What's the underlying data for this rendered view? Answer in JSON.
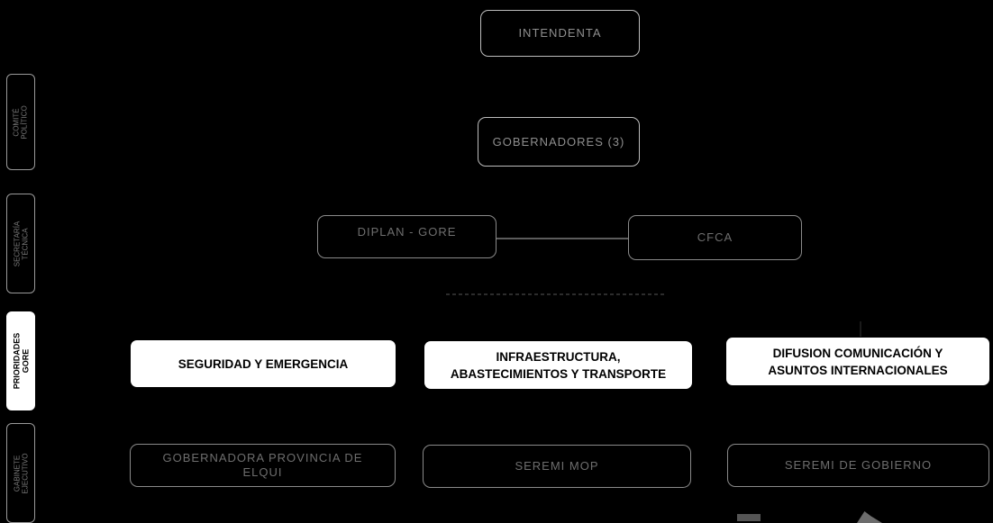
{
  "org_chart": {
    "top": "INTENDENTA",
    "level2": "GOBERNADORES (3)",
    "left_node": "DIPLAN - GORE",
    "right_node": "CFCA",
    "priorities": [
      {
        "line1": "SEGURIDAD Y EMERGENCIA",
        "line2": ""
      },
      {
        "line1": "INFRAESTRUCTURA,",
        "line2": "ABASTECIMIENTOS Y TRANSPORTE"
      },
      {
        "line1": "DIFUSION COMUNICACIÓN Y",
        "line2": "ASUNTOS INTERNACIONALES"
      }
    ],
    "responsibles": [
      {
        "line1": "GOBERNADORA PROVINCIA DE",
        "line2": "ELQUI"
      },
      {
        "line1": "SEREMI MOP",
        "line2": ""
      },
      {
        "line1": "SEREMI DE GOBIERNO",
        "line2": ""
      }
    ]
  },
  "side_tabs": [
    {
      "line1": "COMITÉ",
      "line2": "POLÍTICO"
    },
    {
      "line1": "SECRETARÍA",
      "line2": "TÉCNICA"
    },
    {
      "line1": "PRIORIDADES",
      "line2": "GORE"
    },
    {
      "line1": "GABINETE",
      "line2": "EJECUTIVO"
    }
  ],
  "colors": {
    "background": "#000000",
    "highlight": "#ffffff",
    "outline": "#bdbdbd"
  }
}
